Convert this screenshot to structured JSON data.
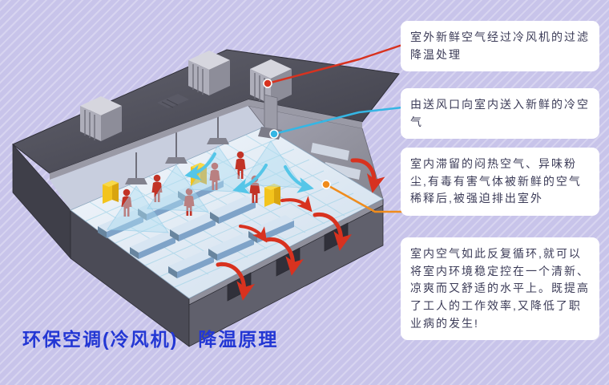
{
  "title": "环保空调(冷风机)　降温原理",
  "callouts": [
    {
      "text": "室外新鲜空气经过冷风机的过滤降温处理",
      "accent": "#d8321f"
    },
    {
      "text": "由送风口向室内送入新鲜的冷空气",
      "accent": "#35b6e4"
    },
    {
      "text": "室内滞留的闷热空气、异味粉尘,有毒有害气体被新鲜的空气稀释后,被强迫排出室外",
      "accent": "#f08c1c"
    },
    {
      "text": "室内空气如此反复循环,就可以将室内环境稳定控在一个清新、凉爽而又舒适的水平上。既提高了工人的工作效率,又降低了职业病的发生!",
      "accent": ""
    }
  ],
  "colors": {
    "background": "#c8c4ea",
    "title": "#2337d4",
    "callout_text": "#3c3c58",
    "fresh_air": "#35b6e4",
    "exhaust_air": "#d8321f",
    "wall_vent_accent": "#f08c1c"
  },
  "illustration": {
    "subject": "isometric factory workshop with rooftop evaporative coolers, supply duct, air diffusers, workers and exhaust airflow"
  }
}
